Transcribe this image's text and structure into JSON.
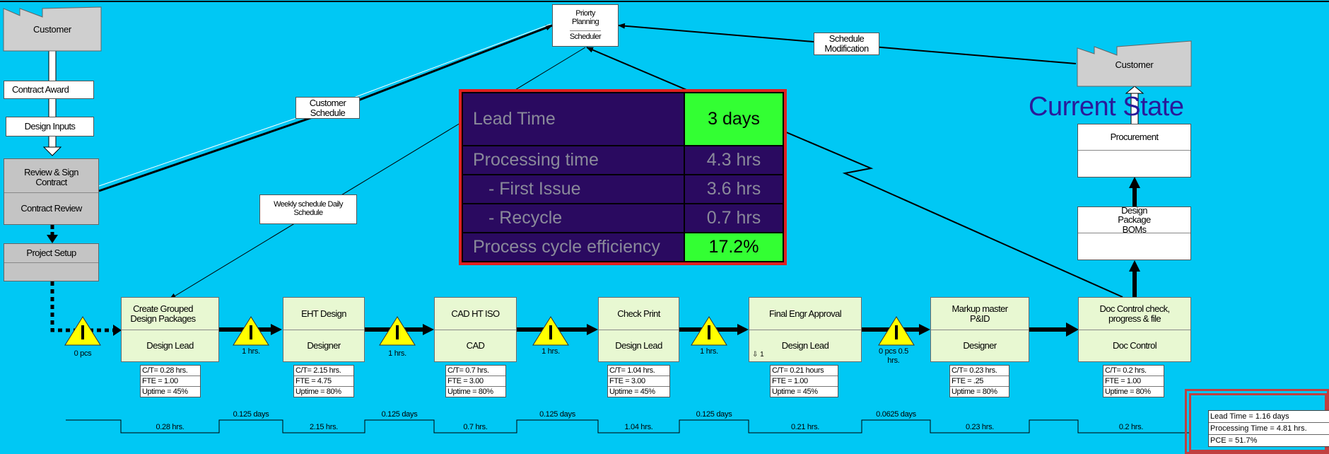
{
  "title": "Current State",
  "customer_left": "Customer",
  "customer_right": "Customer",
  "left_boxes": {
    "contract_award": "Contract Award",
    "design_inputs": "Design Inputs",
    "review_top": "Review & Sign Contract",
    "review_bottom": "Contract Review",
    "project_setup": "Project Setup"
  },
  "planning": {
    "top": "Priorty Planning",
    "bottom": "Scheduler"
  },
  "info_flows": {
    "customer_schedule": "Customer Schedule",
    "weekly_schedule": "Weekly schedule Daily Schedule",
    "schedule_modification": "Schedule Modification"
  },
  "right_boxes": {
    "procurement": "Procurement",
    "design_package": "Design Package BOMs"
  },
  "processes": [
    {
      "name": "Create Grouped Design Packages",
      "role": "Design Lead",
      "stats": [
        "C/T= 0.28 hrs.",
        "FTE = 1.00",
        "Uptime = 45%"
      ]
    },
    {
      "name": "EHT Design",
      "role": "Designer",
      "stats": [
        "C/T= 2.15 hrs.",
        "FTE = 4.75",
        "Uptime = 80%"
      ]
    },
    {
      "name": "CAD HT ISO",
      "role": "CAD",
      "stats": [
        "C/T= 0.7 hrs.",
        "FTE = 3.00",
        "Uptime = 80%"
      ]
    },
    {
      "name": "Check Print",
      "role": "Design Lead",
      "stats": [
        "C/T= 1.04 hrs.",
        "FTE = 3.00",
        "Uptime = 45%"
      ]
    },
    {
      "name": "Final Engr Approval",
      "role": "Design Lead",
      "stats": [
        "C/T= 0.21 hours",
        "FTE = 1.00",
        "Uptime = 45%"
      ]
    },
    {
      "name": "Markup master P&ID",
      "role": "Designer",
      "stats": [
        "C/T= 0.23 hrs.",
        "FTE = .25",
        "Uptime = 80%"
      ]
    },
    {
      "name": "Doc Control check, progress & file",
      "role": "Doc Control",
      "stats": [
        "C/T= 0.2 hrs.",
        "FTE = 1.00",
        "Uptime = 80%"
      ]
    }
  ],
  "rework_marker": "⇩ 1",
  "inventory": [
    "0 pcs",
    "1 hrs.",
    "1 hrs.",
    "1 hrs.",
    "1 hrs.",
    "0 pcs 0.5 hrs."
  ],
  "timeline": {
    "wait": [
      "0.125 days",
      "0.125 days",
      "0.125 days",
      "0.125 days",
      "0.0625 days"
    ],
    "process": [
      "0.28 hrs.",
      "2.15 hrs.",
      "0.7 hrs.",
      "1.04 hrs.",
      "0.21 hrs.",
      "0.23 hrs.",
      "0.2 hrs."
    ]
  },
  "metrics": {
    "rows": [
      {
        "label": "Lead Time",
        "value": "3 days"
      },
      {
        "label": "Processing time",
        "value": "4.3 hrs"
      },
      {
        "label": "- First Issue",
        "value": "3.6 hrs"
      },
      {
        "label": "- Recycle",
        "value": "0.7 hrs"
      },
      {
        "label": "Process cycle efficiency",
        "value": "17.2%"
      }
    ],
    "highlight_color": "#33ff33",
    "panel_color": "#2a0a60"
  },
  "summary": [
    "Lead Time = 1.16 days",
    "Processing Time = 4.81 hrs.",
    "PCE = 51.7%"
  ],
  "colors": {
    "background": "#00c8f4",
    "process_fill": "#e8f8d2",
    "inventory_triangle": "#ffff00",
    "frame_red": "#e02020"
  }
}
